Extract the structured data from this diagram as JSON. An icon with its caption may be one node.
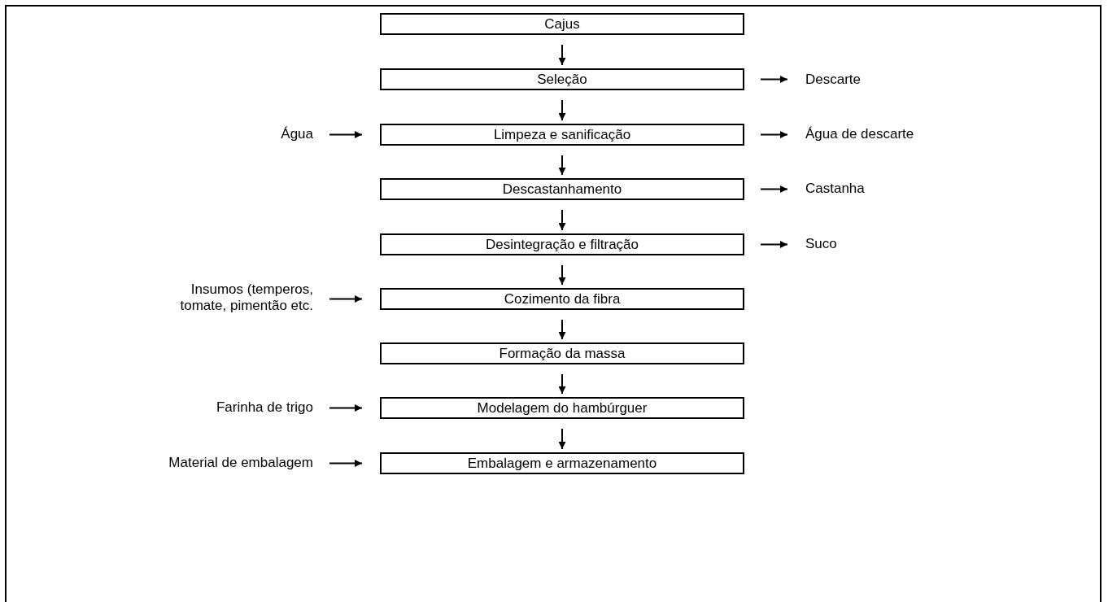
{
  "diagram": {
    "nodes": [
      {
        "text": [
          "Cajus"
        ]
      },
      {
        "text": [
          "Seleção"
        ]
      },
      {
        "text": [
          "Limpeza e sanificação"
        ]
      },
      {
        "text": [
          "Descastanhamento"
        ]
      },
      {
        "text": [
          "Desintegração e filtração"
        ]
      },
      {
        "text": [
          "Cozimento da fibra"
        ]
      },
      {
        "text": [
          "Formação da massa"
        ]
      },
      {
        "text": [
          "Modelagem do hambúrguer"
        ]
      },
      {
        "text": [
          "Embalagem e armazenamento"
        ]
      },
      {
        "text": [
          "Descarte"
        ]
      },
      {
        "text": [
          "Água"
        ]
      },
      {
        "text": [
          "Água de descarte"
        ]
      },
      {
        "text": [
          "Castanha"
        ]
      },
      {
        "text": [
          "Suco"
        ]
      },
      {
        "text": [
          "Insumos (temperos, tomate, pimentão etc."
        ]
      },
      {
        "text": [
          "Farinha de trigo"
        ]
      },
      {
        "text": [
          "Material de embalagem"
        ]
      }
    ],
    "edges": [
      {
        "from": 0,
        "to": 1,
        "arrow": "to"
      },
      {
        "from": 1,
        "to": 2,
        "arrow": "to"
      },
      {
        "from": 2,
        "to": 3,
        "arrow": "to"
      },
      {
        "from": 3,
        "to": 4,
        "arrow": "to"
      },
      {
        "from": 4,
        "to": 5,
        "arrow": "to"
      },
      {
        "from": 5,
        "to": 6,
        "arrow": "to"
      },
      {
        "from": 6,
        "to": 7,
        "arrow": "to"
      },
      {
        "from": 7,
        "to": 8,
        "arrow": "to"
      },
      {
        "from": 1,
        "to": 9,
        "arrow": "to"
      },
      {
        "from": 10,
        "to": 2,
        "arrow": "to"
      },
      {
        "from": 2,
        "to": 11,
        "arrow": "to"
      },
      {
        "from": 3,
        "to": 12,
        "arrow": "to"
      },
      {
        "from": 4,
        "to": 13,
        "arrow": "to"
      },
      {
        "from": 14,
        "to": 5,
        "arrow": "to"
      },
      {
        "from": 15,
        "to": 7,
        "arrow": "to"
      },
      {
        "from": 16,
        "to": 8,
        "arrow": "to"
      }
    ]
  }
}
